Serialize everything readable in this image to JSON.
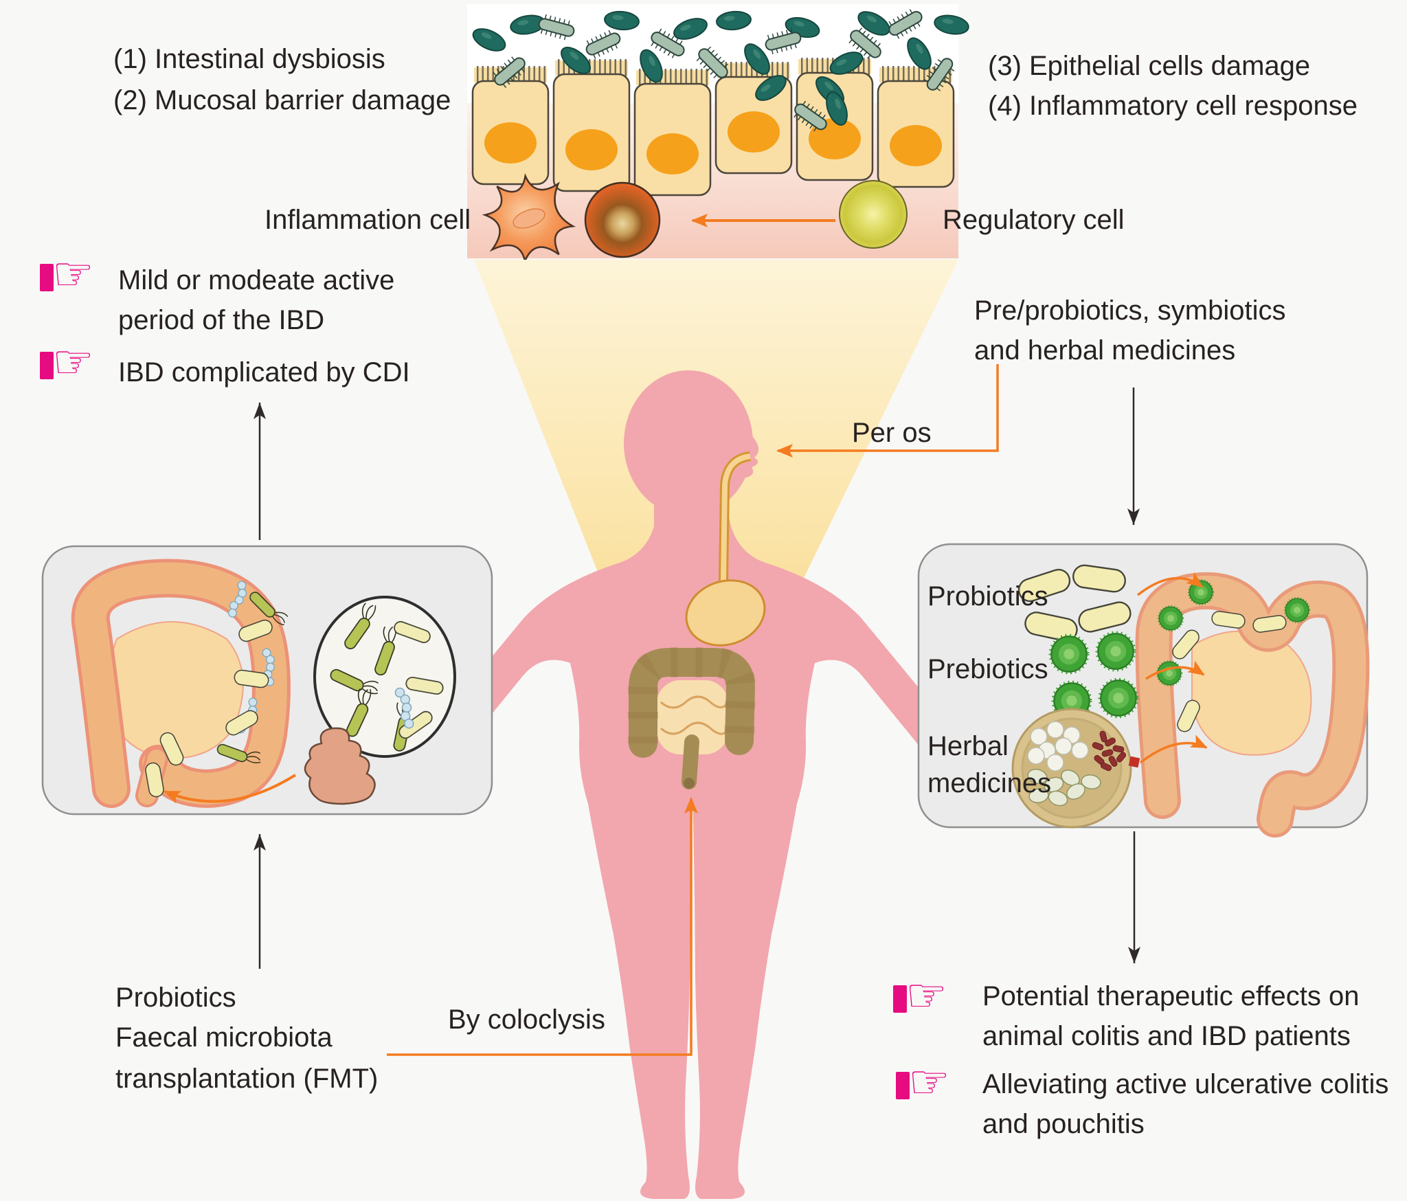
{
  "top_panel": {
    "step1": "(1) Intestinal dysbiosis",
    "step2": "(2) Mucosal barrier damage",
    "step3": "(3) Epithelial cells damage",
    "step4": "(4) Inflammatory cell response",
    "inflammation_cell_label": "Inflammation cell",
    "regulatory_cell_label": "Regulatory cell"
  },
  "left_column": {
    "indication1_line1": "Mild or modeate active",
    "indication1_line2": "period of the IBD",
    "indication2": "IBD complicated by CDI",
    "therapy_line1": "Probiotics",
    "therapy_line2": "Faecal microbiota",
    "therapy_line3": "transplantation (FMT)"
  },
  "right_column": {
    "oral_therapies_line1": "Pre/probiotics, symbiotics",
    "oral_therapies_line2": "and herbal medicines",
    "outcome1_line1": "Potential therapeutic effects on",
    "outcome1_line2": "animal colitis and IBD patients",
    "outcome2_line1": "Alleviating active ulcerative colitis",
    "outcome2_line2": "and pouchitis"
  },
  "therapy_box": {
    "item1": "Probiotics",
    "item2": "Prebiotics",
    "item3_line1": "Herbal",
    "item3_line2": "medicines"
  },
  "routes": {
    "oral": "Per os",
    "rectal": "By coloclysis"
  },
  "icons": {
    "pointing_hand": "☞"
  },
  "colors": {
    "accent_orange": "#f47b20",
    "hand_pink": "#e60b80",
    "arrow_black": "#2f2a28",
    "body_pink": "#f1a7ad",
    "box_fill": "#ebebeb",
    "probiotic_green": "#3fa435"
  }
}
